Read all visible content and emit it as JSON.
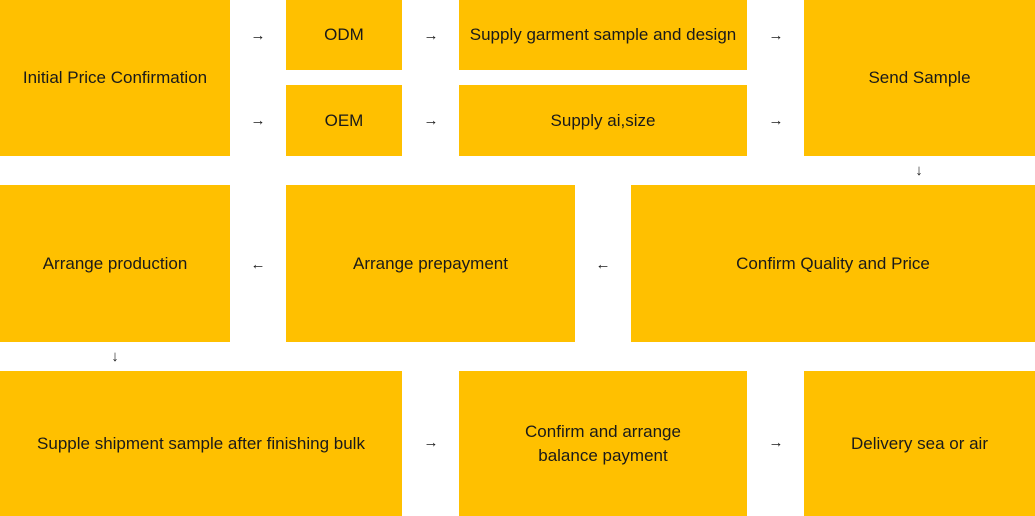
{
  "colors": {
    "box_fill": "#ffc000",
    "text": "#1a1a1a",
    "background": "#ffffff"
  },
  "arrows": {
    "right": "→",
    "left": "←",
    "down": "↓"
  },
  "steps": {
    "initial_price": "Initial Price Confirmation",
    "odm": "ODM",
    "oem": "OEM",
    "supply_garment": "Supply garment sample and design",
    "supply_ai": "Supply ai,size",
    "send_sample": "Send Sample",
    "confirm_quality": "Confirm Quality and Price",
    "arrange_prepayment": "Arrange prepayment",
    "arrange_production": "Arrange production",
    "supple_shipment": "Supple shipment sample after finishing bulk",
    "confirm_balance": "Confirm and arrange balance payment",
    "delivery": "Delivery sea or air"
  }
}
